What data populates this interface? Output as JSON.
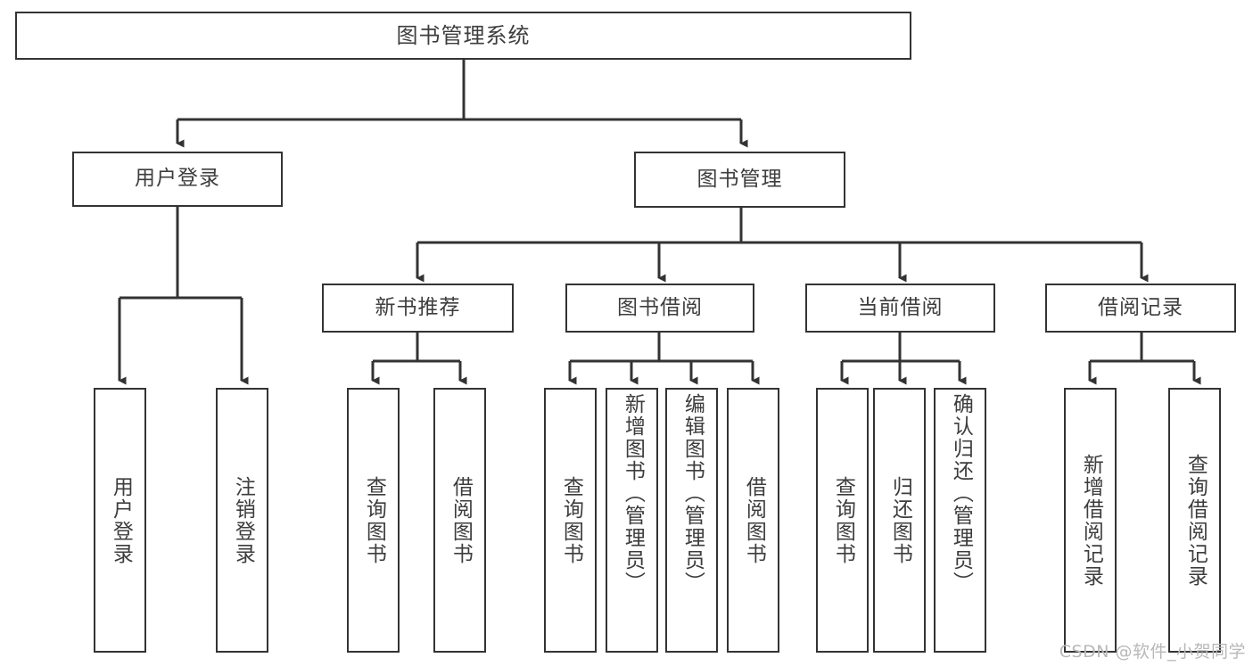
{
  "diagram": {
    "type": "tree",
    "title": "图书管理系统",
    "orientation": "top-down",
    "colors": {
      "box_border": "#333333",
      "box_fill": "#ffffff",
      "text": "#3d3d3d",
      "connector": "#333333",
      "watermark": "#b8b8b8",
      "background": "#ffffff"
    },
    "root": {
      "label": "图书管理系统"
    },
    "level2": [
      {
        "label": "用户登录"
      },
      {
        "label": "图书管理"
      }
    ],
    "level3": [
      {
        "label": "新书推荐"
      },
      {
        "label": "图书借阅"
      },
      {
        "label": "当前借阅"
      },
      {
        "label": "借阅记录"
      }
    ],
    "leaves": {
      "user_login": [
        {
          "label": "用户登录"
        },
        {
          "label": "注销登录"
        }
      ],
      "new_book_recommend": [
        {
          "label": "查询图书"
        },
        {
          "label": "借阅图书"
        }
      ],
      "book_borrow": [
        {
          "label": "查询图书"
        },
        {
          "label": "新增图书（管理员）"
        },
        {
          "label": "编辑图书（管理员）"
        },
        {
          "label": "借阅图书"
        }
      ],
      "current_borrow": [
        {
          "label": "查询图书"
        },
        {
          "label": "归还图书"
        },
        {
          "label": "确认归还（管理员）"
        }
      ],
      "borrow_record": [
        {
          "label": "新增借阅记录"
        },
        {
          "label": "查询借阅记录"
        }
      ]
    },
    "watermark": "CSDN @软件_小贺同学"
  }
}
